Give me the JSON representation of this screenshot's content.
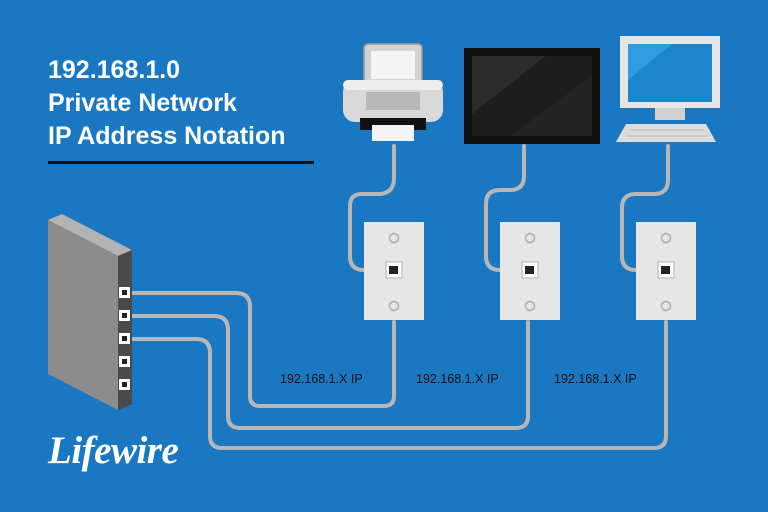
{
  "title": {
    "line1": "192.168.1.0",
    "line2": "Private Network",
    "line3": "IP Address Notation"
  },
  "ip_labels": [
    "192.168.1.X IP",
    "192.168.1.X IP",
    "192.168.1.X IP"
  ],
  "logo": "Lifewire",
  "devices": [
    "printer-icon",
    "monitor-icon",
    "desktop-computer-icon"
  ],
  "colors": {
    "background": "#1a78c2",
    "cable": "#b7b7b7",
    "wall_plate": "#e6e6e6",
    "router": "#8c8c8c",
    "title_text": "#ffffff",
    "rule": "#111111"
  }
}
